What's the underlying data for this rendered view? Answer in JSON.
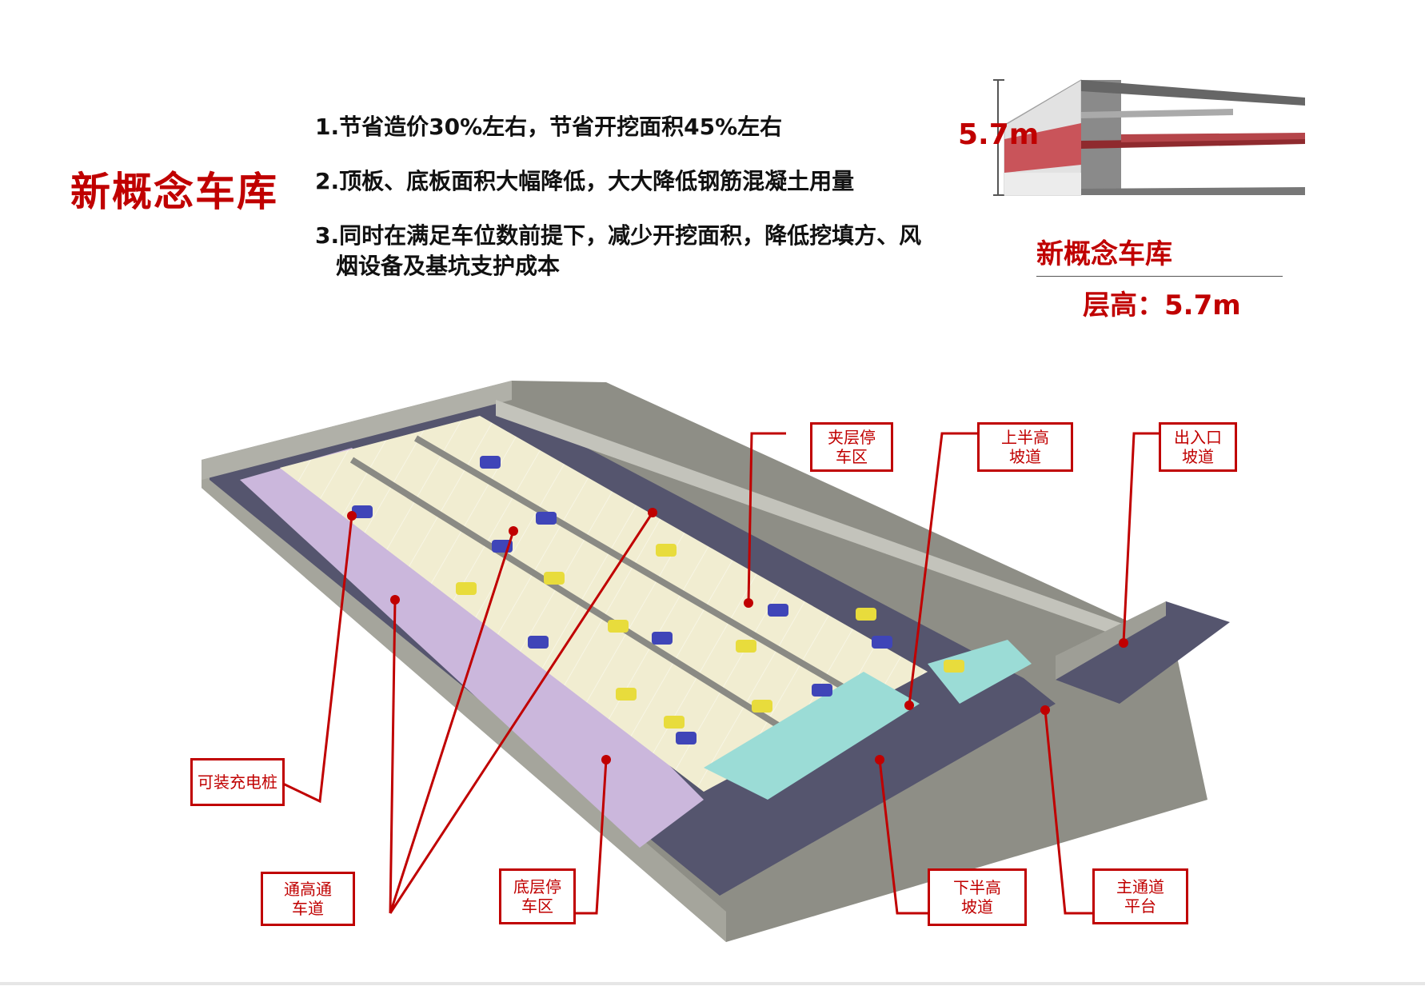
{
  "title": "新概念车库",
  "points": [
    "1.节省造价30%左右，节省开挖面积45%左右",
    "2.顶板、底板面积大幅降低，大大降低钢筋混凝土用量",
    "3.同时在满足车位数前提下，减少开挖面积，降低挖填方、风烟设备及基坑支护成本"
  ],
  "section": {
    "height_mark": "5.7m",
    "title": "新概念车库",
    "subtitle": "层高：5.7m"
  },
  "callouts": {
    "mezzanine": "夹层停车区",
    "upper_ramp": "上半高坡道",
    "entry_ramp": "出入口坡道",
    "charging": "可装充电桩",
    "full_height_lane": "通高通车道",
    "ground_parking": "底层停车区",
    "lower_ramp": "下半高坡道",
    "main_platform": "主通道平台"
  },
  "colors": {
    "accent": "#c00000",
    "text": "#111111"
  }
}
